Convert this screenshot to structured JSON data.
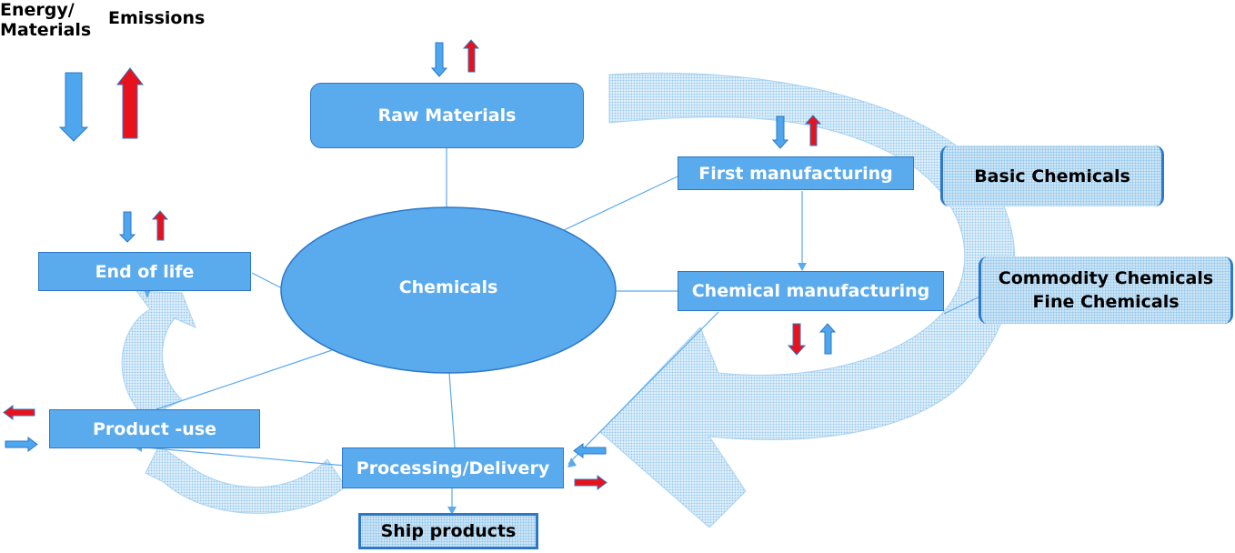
{
  "legend": {
    "energy_materials": [
      "Energy/",
      "Materials"
    ],
    "emissions": "Emissions"
  },
  "nodes": {
    "raw_materials": "Raw Materials",
    "chemicals": "Chemicals",
    "first_manufacturing": "First manufacturing",
    "chemical_manufacturing": "Chemical manufacturing",
    "end_of_life": "End of life",
    "product_use": "Product -use",
    "processing_delivery": "Processing/Delivery",
    "ship_products": "Ship products",
    "basic_chemicals": "Basic Chemicals",
    "commodity_chemicals": "Commodity Chemicals",
    "fine_chemicals": "Fine Chemicals"
  },
  "colors": {
    "box_fill": "#5aaaee",
    "box_border": "#2e78c7",
    "arrow_blue": "#4da6ee",
    "arrow_red": "#e8121c",
    "hatch_light": "#cfe7f7",
    "hatch_dot": "#8fc3ea"
  }
}
